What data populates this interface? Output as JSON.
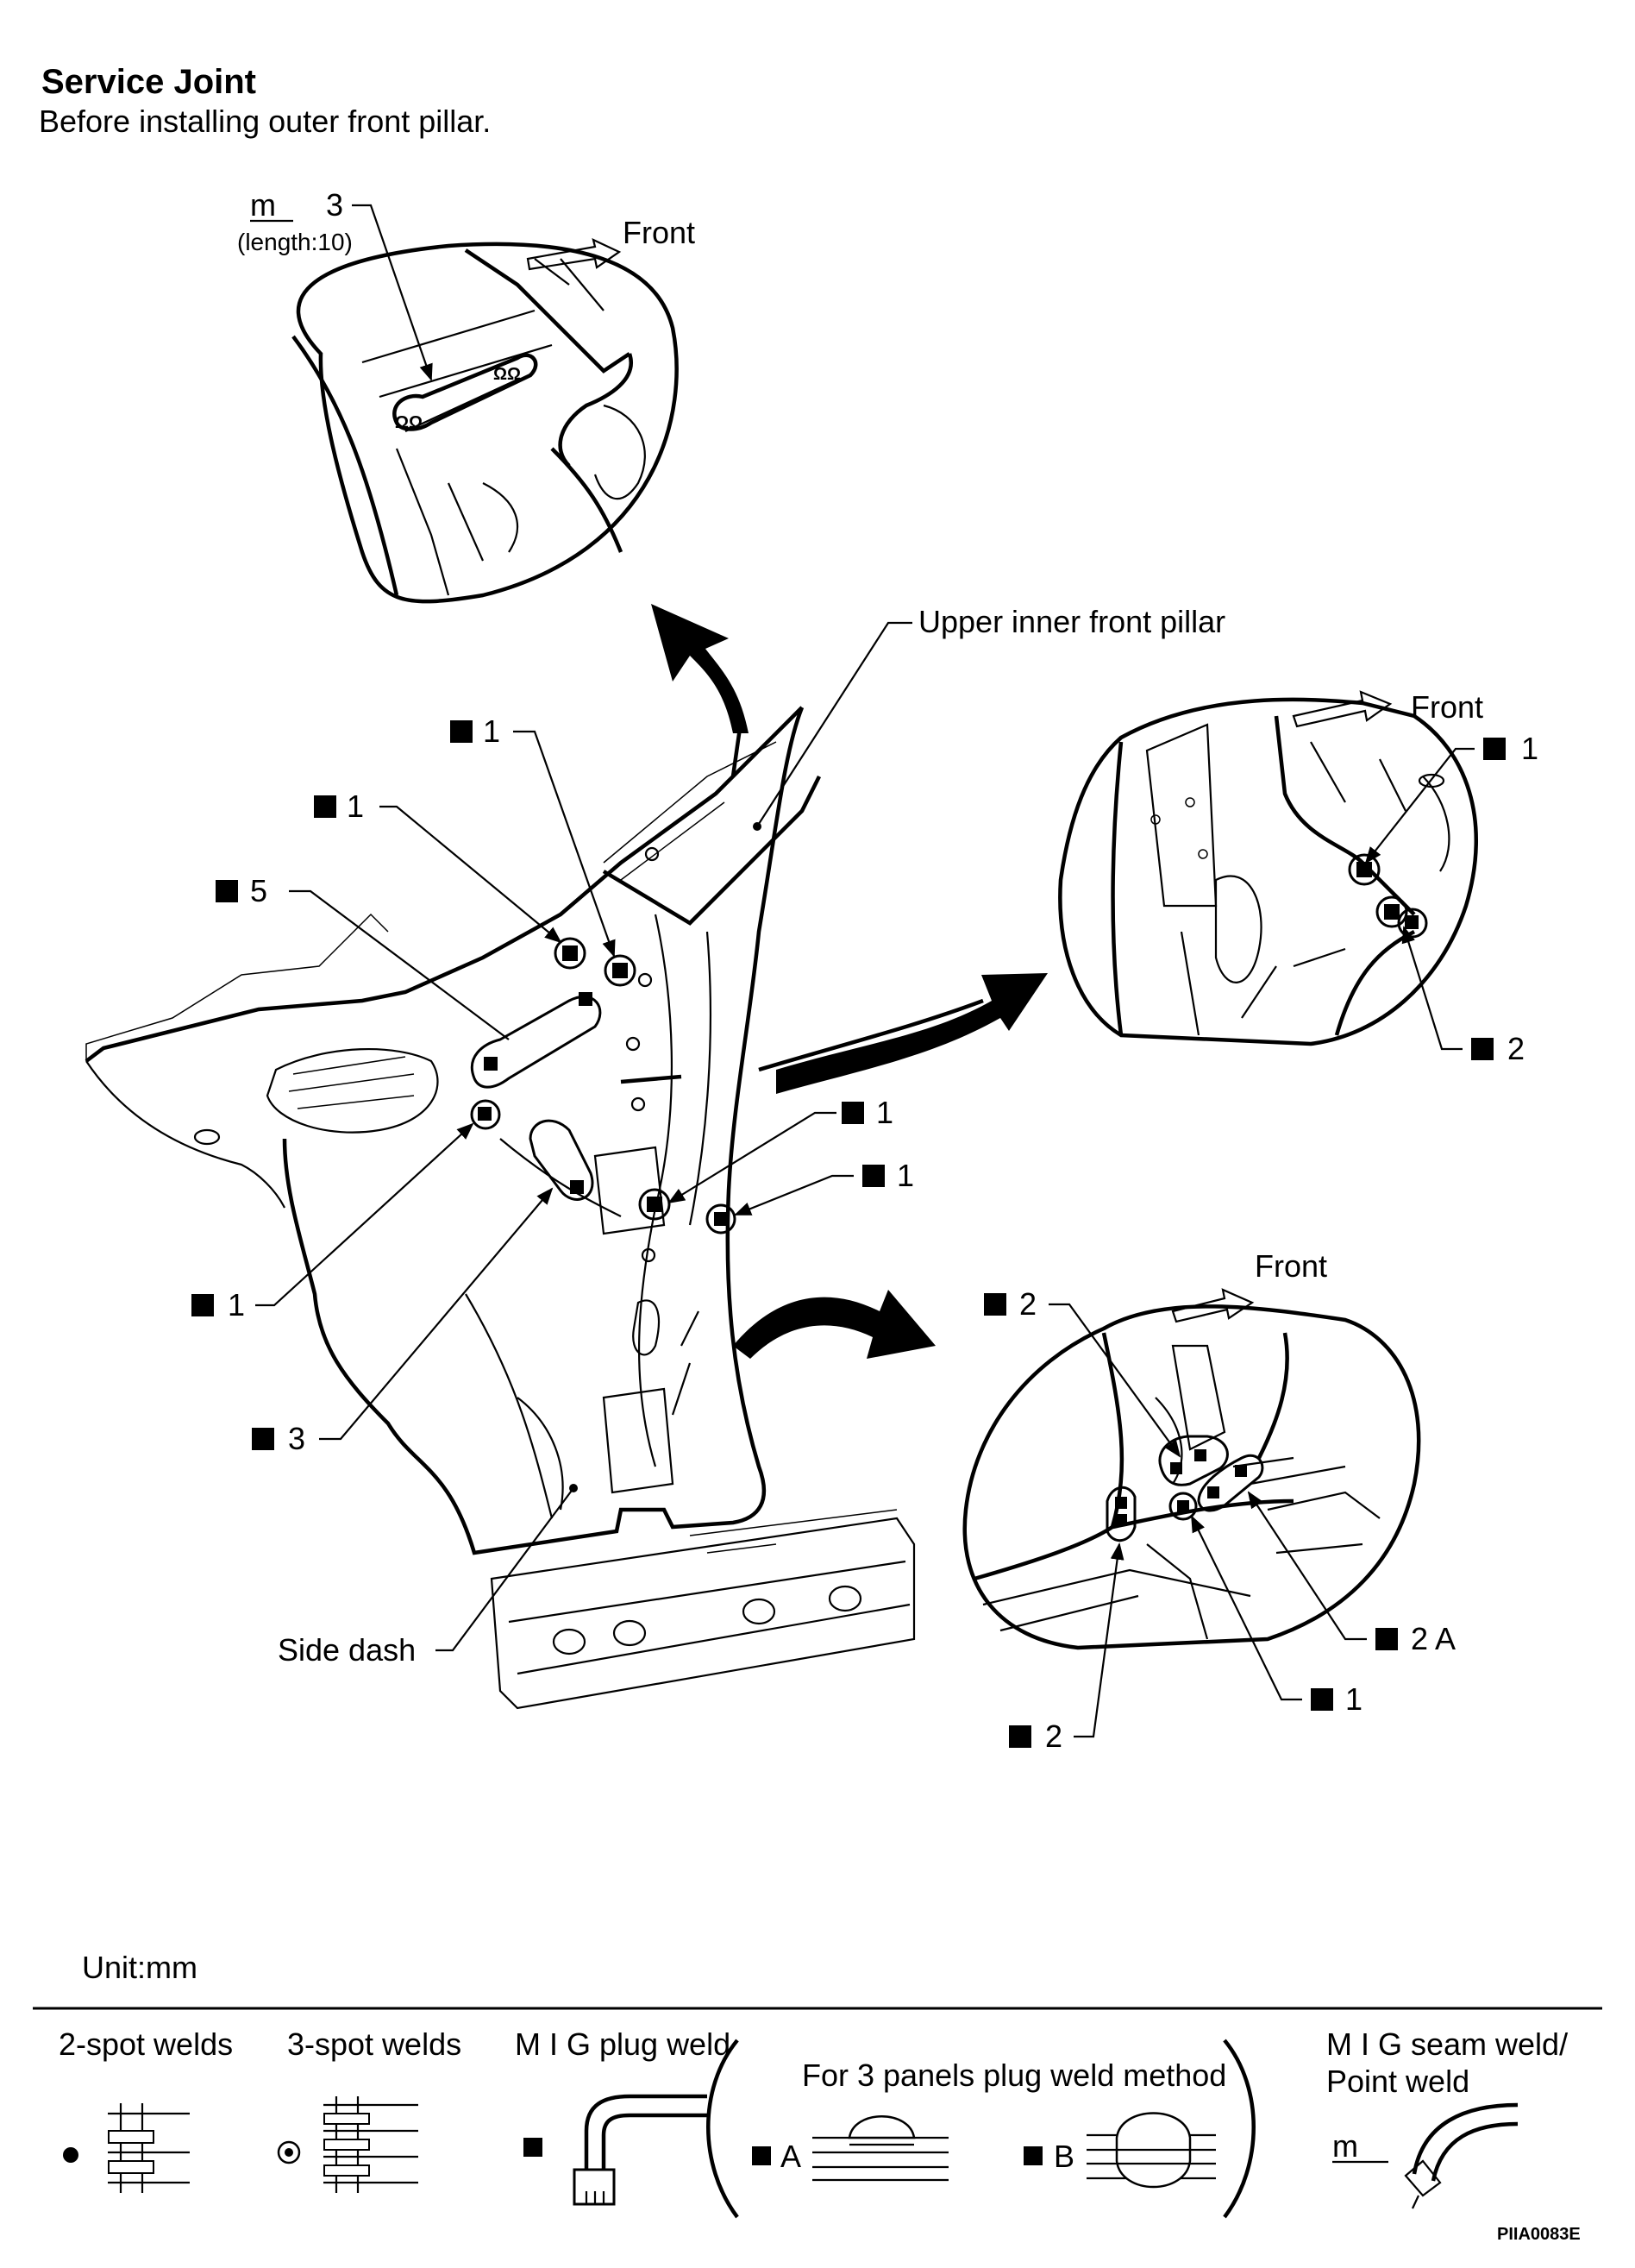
{
  "title": "Service Joint",
  "subtitle": "Before installing outer front pillar.",
  "top_detail": {
    "count": "3",
    "length_note": "(length:10)",
    "front_label": "Front"
  },
  "callouts": {
    "upper_inner_front_pillar": "Upper inner front pillar",
    "side_dash": "Side dash",
    "main_1a": "1",
    "main_1b": "1",
    "main_5": "5",
    "main_1c": "1",
    "main_1d": "1",
    "main_1e": "1",
    "main_3": "3"
  },
  "right_detail": {
    "front_label": "Front",
    "a": "1",
    "b": "2"
  },
  "lower_detail": {
    "front_label": "Front",
    "a": "2",
    "b": "2 A",
    "c": "1",
    "d": "2"
  },
  "unit": "Unit:mm",
  "legend": {
    "two_spot": "2-spot welds",
    "three_spot": "3-spot welds",
    "mig_plug": "M I G plug weld",
    "three_panels": "For 3 panels plug weld method",
    "method_a": "A",
    "method_b": "B",
    "mig_seam_line1": "M I G seam weld/",
    "mig_seam_line2": "Point weld"
  },
  "figure_code": "PIIA0083E"
}
